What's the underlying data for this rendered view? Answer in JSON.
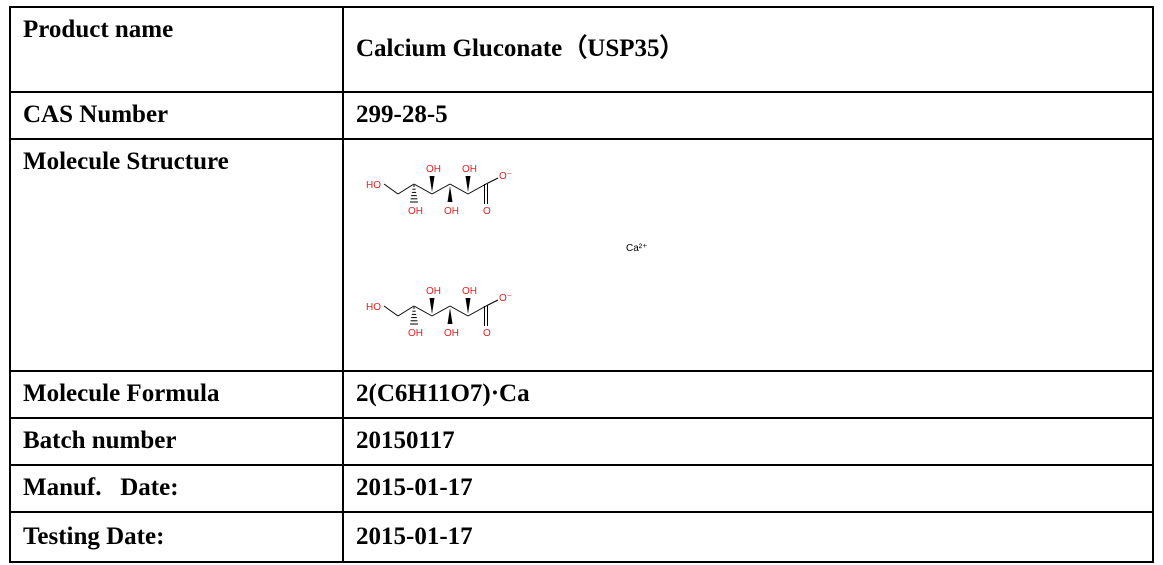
{
  "rows": [
    {
      "label": "Product name",
      "value_prefix": "Calcium Gluconate",
      "value_paren_open": "（",
      "value_inner": "USP35",
      "value_paren_close": "）"
    },
    {
      "label": "CAS Number",
      "value": "299-28-5"
    },
    {
      "label": "Molecule Structure"
    },
    {
      "label": "Molecule Formula",
      "value": "2(C6H11O7)·Ca"
    },
    {
      "label": "Batch number",
      "value": "20150117"
    },
    {
      "label": "Manuf.   Date:",
      "value": "2015-01-17"
    },
    {
      "label": "Testing Date:",
      "value": "2015-01-17"
    }
  ],
  "structure": {
    "atoms": {
      "oh": "OH",
      "ho": "HO",
      "o": "O",
      "o_minus": "O⁻",
      "ion": "Ca²⁺"
    },
    "colors": {
      "oxygen": "#e02020",
      "bond": "#000000",
      "ion": "#777777"
    }
  }
}
